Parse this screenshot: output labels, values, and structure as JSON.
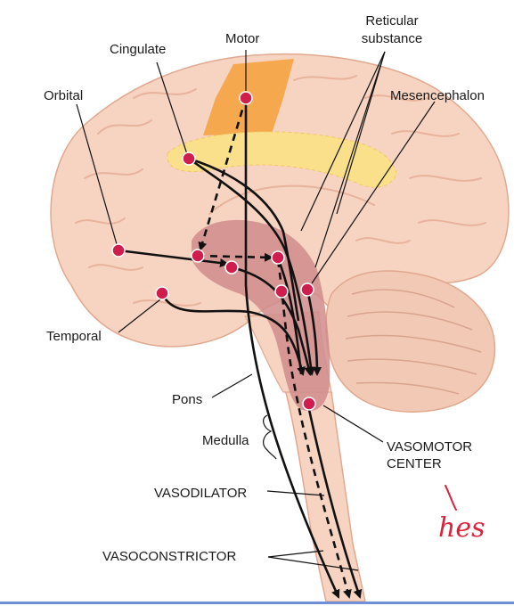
{
  "labels": {
    "cingulate": "Cingulate",
    "motor": "Motor",
    "reticular_line1": "Reticular",
    "reticular_line2": "substance",
    "orbital": "Orbital",
    "mesencephalon": "Mesencephalon",
    "temporal": "Temporal",
    "pons": "Pons",
    "medulla": "Medulla",
    "vasomotor_line1": "VASOMOTOR",
    "vasomotor_line2": "CENTER",
    "vasodilator": "VASODILATOR",
    "vasoconstrictor": "VASOCONSTRICTOR",
    "handwritten_note": "hes"
  },
  "colors": {
    "brain_fill": "#f7d3c2",
    "brain_outline": "#e0a98f",
    "sulcus": "#e8b39c",
    "motor_strip": "#f6a84f",
    "cingulate_band": "#fbe08b",
    "brainstem_core": "#d08c8c",
    "node": "#cf1d4d",
    "arrow": "#111111",
    "handwriting": "#e0203a",
    "bottom_rule": "#6f8fd6"
  }
}
